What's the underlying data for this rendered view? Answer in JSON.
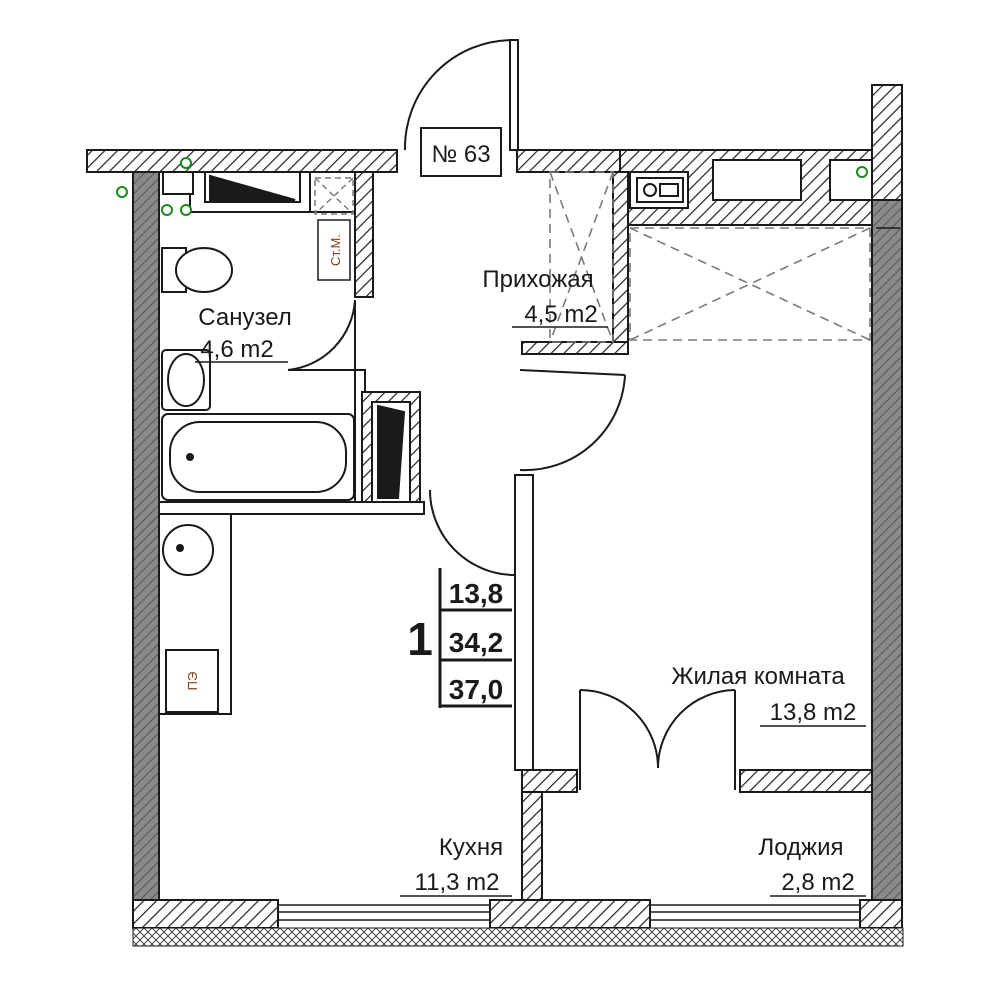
{
  "apartment": {
    "number_label": "№ 63",
    "rooms_count": "1"
  },
  "areas": {
    "living": "13,8",
    "total": "34,2",
    "with_loggia": "37,0"
  },
  "rooms": {
    "bathroom": {
      "name": "Санузел",
      "area": "4,6 m2"
    },
    "hallway": {
      "name": "Прихожая",
      "area": "4,5 m2"
    },
    "living_room": {
      "name": "Жилая комната",
      "area": "13,8 m2"
    },
    "kitchen": {
      "name": "Кухня",
      "area": "11,3 m2"
    },
    "loggia": {
      "name": "Лоджия",
      "area": "2,8 m2"
    }
  },
  "markers": {
    "riser": "Ст.М.",
    "stove": "ПЭ"
  },
  "colors": {
    "wall_outer": "#6f6f6f",
    "hatch": "#222222",
    "line": "#1a1a1a",
    "dashed": "#7a7a7a",
    "outlet": "#1a8a1a",
    "marker_text": "#8b3a14"
  }
}
